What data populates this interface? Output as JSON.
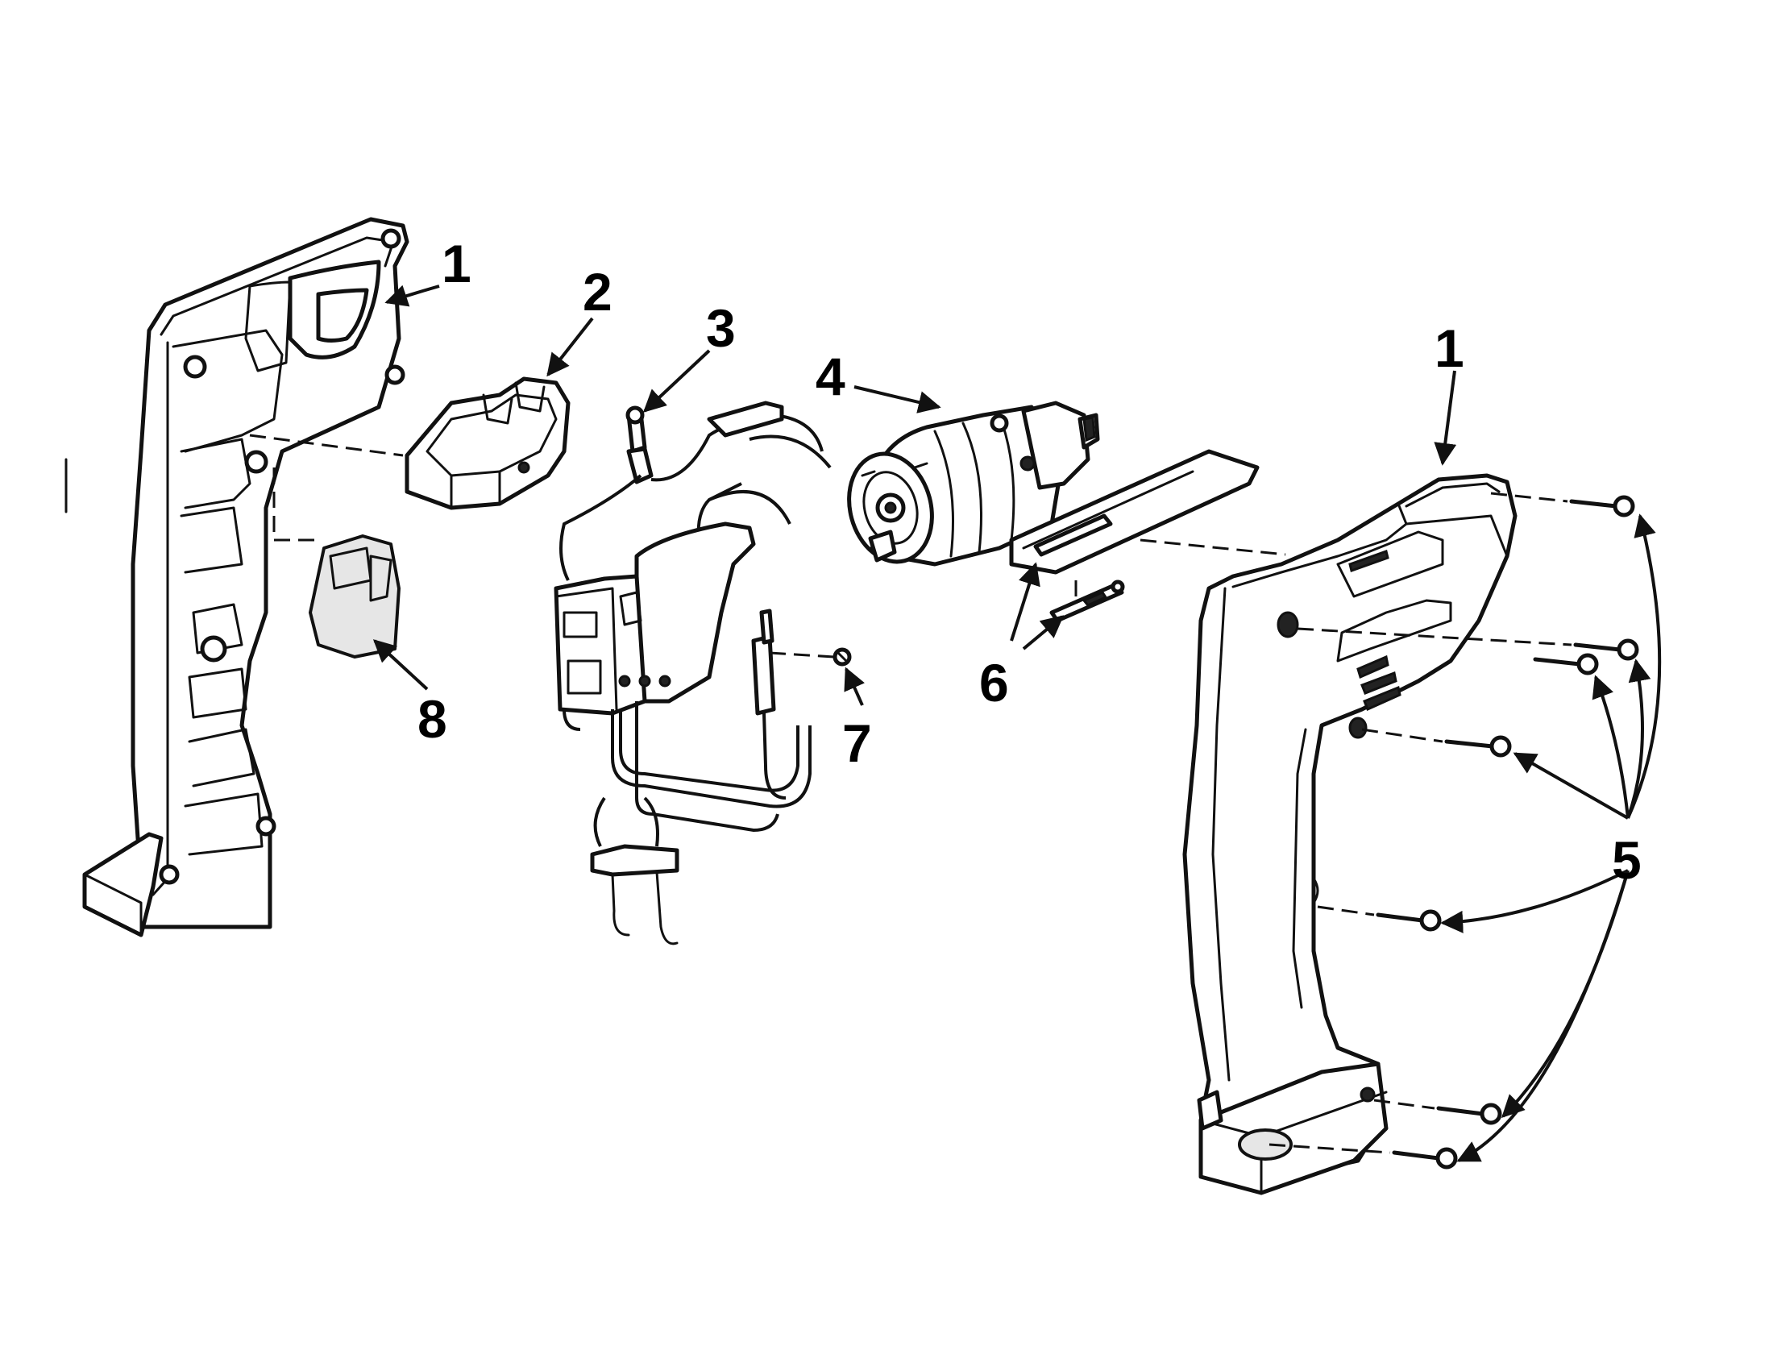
{
  "callouts": {
    "c1_left": "1",
    "c2": "2",
    "c3": "3",
    "c4": "4",
    "c1_right": "1",
    "c5": "5",
    "c6": "6",
    "c7": "7",
    "c8": "8"
  },
  "colors": {
    "line": "#111111",
    "background": "#ffffff"
  }
}
